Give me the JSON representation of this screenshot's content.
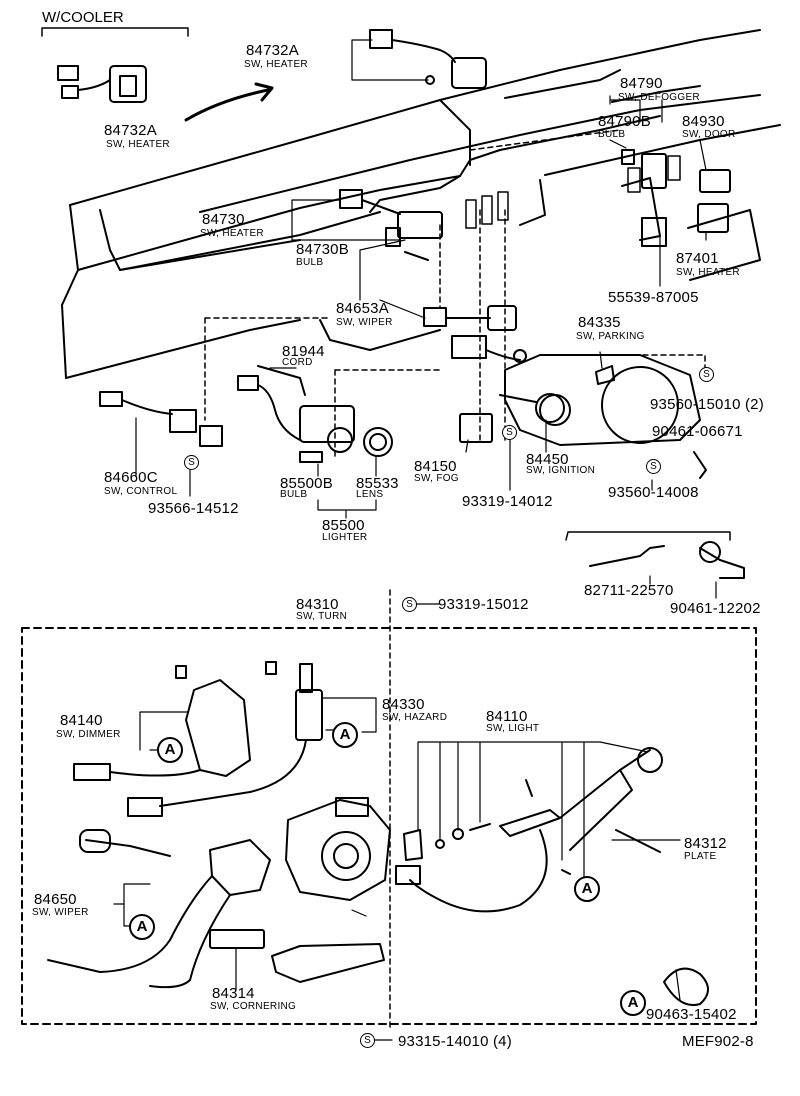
{
  "header": {
    "variant": "W/COOLER"
  },
  "parts": {
    "p84732A_left": {
      "num": "84732A",
      "name": "SW, HEATER"
    },
    "p84732A_top": {
      "num": "84732A",
      "name": "SW, HEATER"
    },
    "p84790": {
      "num": "84790",
      "name": "SW, DEFOGGER"
    },
    "p84790B": {
      "num": "84790B",
      "name": "BULB"
    },
    "p84930": {
      "num": "84930",
      "name": "SW, DOOR"
    },
    "p84730": {
      "num": "84730",
      "name": "SW, HEATER"
    },
    "p84730B": {
      "num": "84730B",
      "name": "BULB"
    },
    "p87401": {
      "num": "87401",
      "name": "SW, HEATER"
    },
    "p55539": {
      "num": "55539-87005"
    },
    "p84653A": {
      "num": "84653A",
      "name": "SW, WIPER"
    },
    "p84335": {
      "num": "84335",
      "name": "SW, PARKING"
    },
    "p81944": {
      "num": "81944",
      "name": "CORD"
    },
    "p93560_15010": {
      "num": "93560-15010 (2)"
    },
    "p90461_06671": {
      "num": "90461-06671"
    },
    "p84660C": {
      "num": "84660C",
      "name": "SW, CONTROL"
    },
    "p85500B": {
      "num": "85500B",
      "name": "BULB"
    },
    "p85533": {
      "num": "85533",
      "name": "LENS"
    },
    "p84150": {
      "num": "84150",
      "name": "SW, FOG"
    },
    "p84450": {
      "num": "84450",
      "name": "SW, IGNITION"
    },
    "p93560_14008": {
      "num": "93560-14008"
    },
    "p93566": {
      "num": "93566-14512"
    },
    "p85500": {
      "num": "85500",
      "name": "LIGHTER"
    },
    "p93319_14012": {
      "num": "93319-14012"
    },
    "p82711": {
      "num": "82711-22570"
    },
    "p90461_12202": {
      "num": "90461-12202"
    },
    "p84310": {
      "num": "84310",
      "name": "SW, TURN"
    },
    "p93319_15012": {
      "num": "93319-15012"
    },
    "p84140": {
      "num": "84140",
      "name": "SW, DIMMER"
    },
    "p84330": {
      "num": "84330",
      "name": "SW, HAZARD"
    },
    "p84110": {
      "num": "84110",
      "name": "SW, LIGHT"
    },
    "p84312": {
      "num": "84312",
      "name": "PLATE"
    },
    "p84650": {
      "num": "84650",
      "name": "SW, WIPER"
    },
    "p84314": {
      "num": "84314",
      "name": "SW, CORNERING"
    },
    "p90463": {
      "num": "90463-15402"
    },
    "p93315": {
      "num": "93315-14010 (4)"
    }
  },
  "symbols": {
    "ref_a": "A",
    "screw": "S"
  },
  "figure_code": "MEF902-8"
}
